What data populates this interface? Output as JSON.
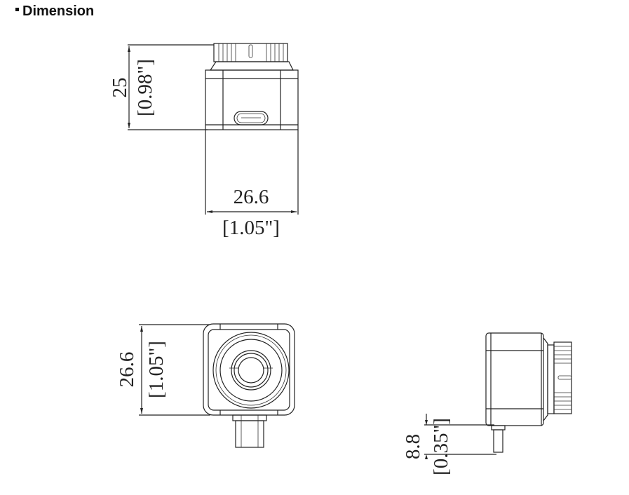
{
  "title": "Dimension",
  "views": {
    "top": {
      "height_mm": "25",
      "height_in": "[0.98\"]",
      "width_mm": "26.6",
      "width_in": "[1.05\"]"
    },
    "front": {
      "height_mm": "26.6",
      "height_in": "[1.05\"]"
    },
    "side": {
      "pin_mm": "8.8",
      "pin_in": "[0.35\"]"
    }
  }
}
